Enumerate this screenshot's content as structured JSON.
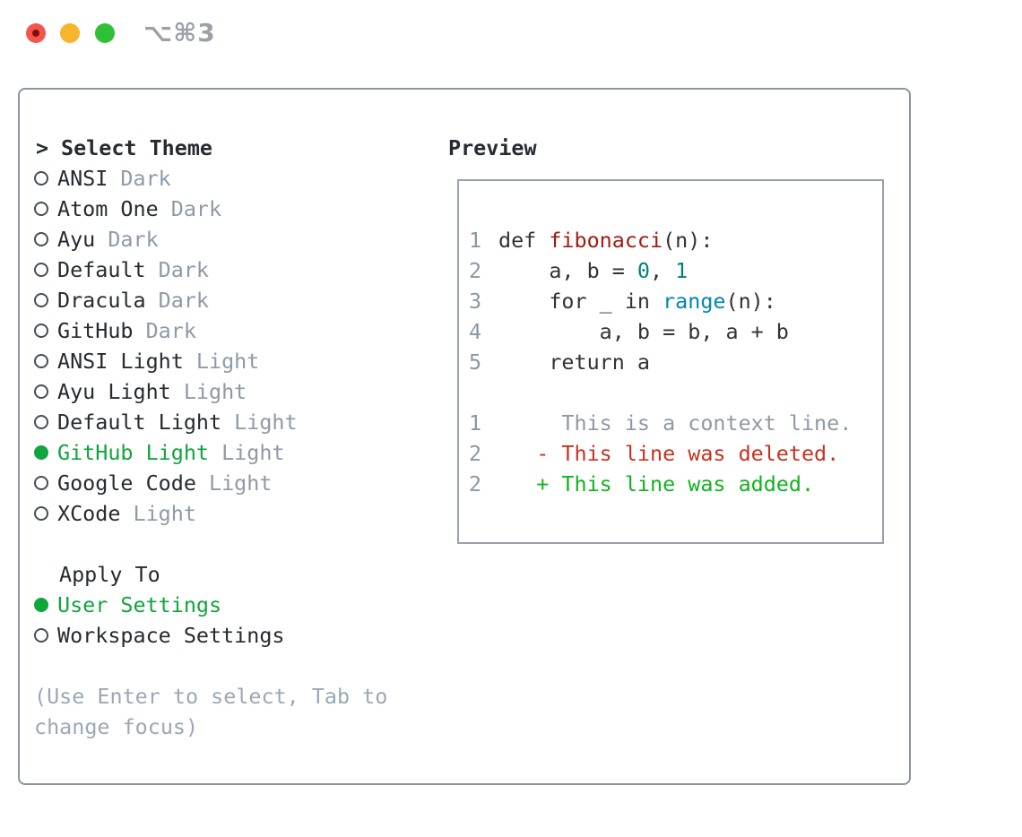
{
  "window": {
    "shortcut": "⌥⌘3",
    "traffic_lights": [
      "close-with-unsaved-dot",
      "minimize",
      "maximize"
    ]
  },
  "theme_picker": {
    "header_marker": ">",
    "header": "Select Theme",
    "themes": [
      {
        "name": "ANSI",
        "variant": "Dark",
        "selected": false
      },
      {
        "name": "Atom One",
        "variant": "Dark",
        "selected": false
      },
      {
        "name": "Ayu",
        "variant": "Dark",
        "selected": false
      },
      {
        "name": "Default",
        "variant": "Dark",
        "selected": false
      },
      {
        "name": "Dracula",
        "variant": "Dark",
        "selected": false
      },
      {
        "name": "GitHub",
        "variant": "Dark",
        "selected": false
      },
      {
        "name": "ANSI Light",
        "variant": "Light",
        "selected": false
      },
      {
        "name": "Ayu Light",
        "variant": "Light",
        "selected": false
      },
      {
        "name": "Default Light",
        "variant": "Light",
        "selected": false
      },
      {
        "name": "GitHub Light",
        "variant": "Light",
        "selected": true
      },
      {
        "name": "Google Code",
        "variant": "Light",
        "selected": false
      },
      {
        "name": "XCode",
        "variant": "Light",
        "selected": false
      }
    ],
    "apply_to": {
      "header": "Apply To",
      "options": [
        {
          "name": "User Settings",
          "selected": true
        },
        {
          "name": "Workspace Settings",
          "selected": false
        }
      ]
    },
    "hint_lines": [
      "(Use Enter to select, Tab to",
      "change focus)"
    ]
  },
  "preview": {
    "title": "Preview",
    "code_lines": [
      {
        "num": "1",
        "tokens": [
          [
            "k",
            "def "
          ],
          [
            "t",
            "fibonacci"
          ],
          [
            "p",
            "(n):"
          ]
        ]
      },
      {
        "num": "2",
        "tokens": [
          [
            "p",
            "    a, b = "
          ],
          [
            "n",
            "0"
          ],
          [
            "p",
            ", "
          ],
          [
            "n",
            "1"
          ]
        ]
      },
      {
        "num": "3",
        "tokens": [
          [
            "p",
            "    for _ in "
          ],
          [
            "b",
            "range"
          ],
          [
            "p",
            "(n):"
          ]
        ]
      },
      {
        "num": "4",
        "tokens": [
          [
            "p",
            "        a, b = b, a + b"
          ]
        ]
      },
      {
        "num": "5",
        "tokens": [
          [
            "p",
            "    return a"
          ]
        ]
      },
      {
        "num": "",
        "tokens": []
      },
      {
        "num": "1",
        "tokens": [
          [
            "ctx",
            "     This is a context line."
          ]
        ]
      },
      {
        "num": "2",
        "tokens": [
          [
            "del",
            "   - This line was deleted."
          ]
        ]
      },
      {
        "num": "2",
        "tokens": [
          [
            "add",
            "   + This line was added."
          ]
        ]
      }
    ]
  },
  "colors": {
    "panel_border": "#8b95a1",
    "box_border": "#98a1ac",
    "text_main": "#252b31",
    "text_dim": "#8e9aa6",
    "hint": "#9aa8b5",
    "sel_green": "#0fa63c",
    "circle_stroke": "#454d57",
    "linenum": "#8a97a5",
    "code_plain": "#333333",
    "code_kw": "#333333",
    "code_title": "#a31b13",
    "code_num": "#008080",
    "code_builtin": "#0086b3",
    "code_ctx": "#8f99a3",
    "diff_del": "#c9311f",
    "diff_add": "#10b41c",
    "tl_red": "#f4564f",
    "tl_red_dot": "#7d100c",
    "tl_yellow": "#f7b42d",
    "tl_green": "#2fc037",
    "shortcut": "#9ba1a6"
  }
}
